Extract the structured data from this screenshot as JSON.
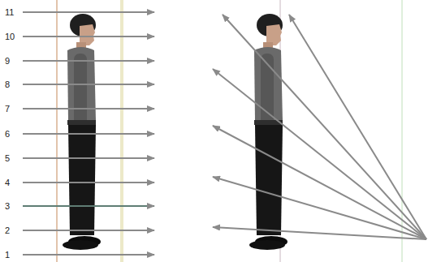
{
  "diagram": {
    "labels": [
      "11",
      "10",
      "9",
      "8",
      "7",
      "6",
      "5",
      "4",
      "3",
      "2",
      "1"
    ]
  }
}
